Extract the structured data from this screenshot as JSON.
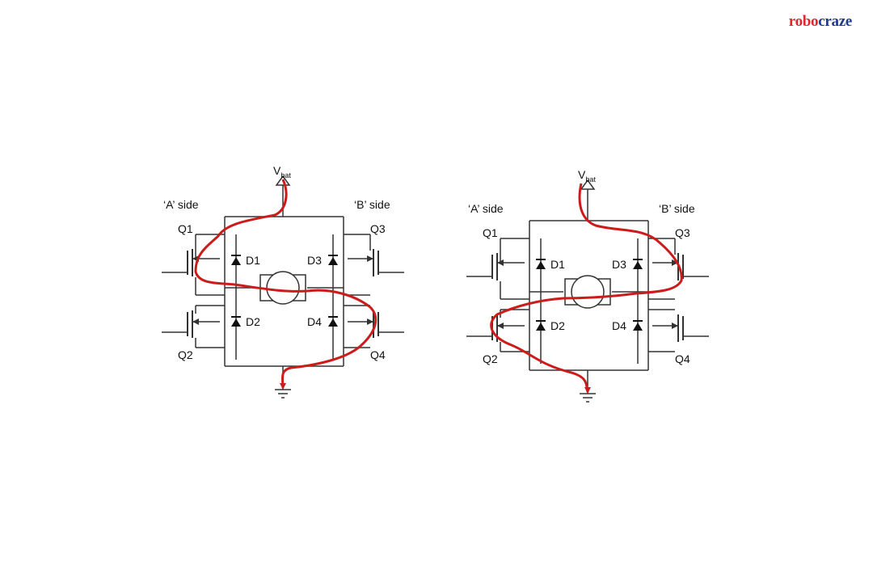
{
  "brand": {
    "part1": "robo",
    "part2": "craze",
    "color1": "#e3262d",
    "color2": "#1f3a8a"
  },
  "colors": {
    "wire": "#333333",
    "current_path": "#cc1b1b"
  },
  "circuits": [
    {
      "vbat": "V",
      "vbat_sub": "bat",
      "side_a": "‘A’ side",
      "side_b": "‘B’ side",
      "q1": "Q1",
      "q2": "Q2",
      "q3": "Q3",
      "q4": "Q4",
      "d1": "D1",
      "d2": "D2",
      "d3": "D3",
      "d4": "D4",
      "active_path": "Q1 → motor → Q4"
    },
    {
      "vbat": "V",
      "vbat_sub": "bat",
      "side_a": "‘A’ side",
      "side_b": "‘B’ side",
      "q1": "Q1",
      "q2": "Q2",
      "q3": "Q3",
      "q4": "Q4",
      "d1": "D1",
      "d2": "D2",
      "d3": "D3",
      "d4": "D4",
      "active_path": "Q3 → motor → Q2"
    }
  ]
}
